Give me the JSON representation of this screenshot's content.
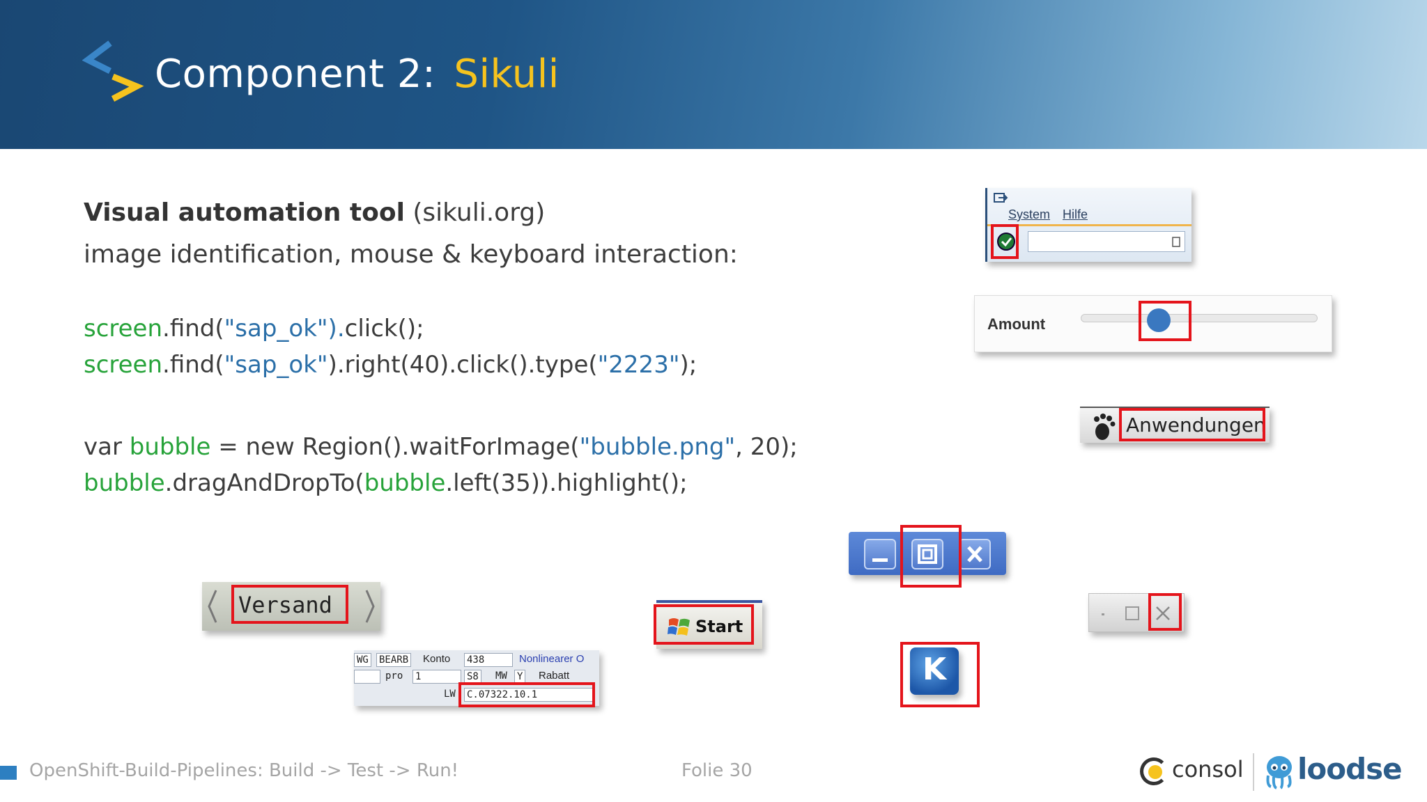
{
  "header": {
    "title_prefix": "Component 2:",
    "title_accent": "Sikuli"
  },
  "intro": {
    "bold": "Visual automation tool",
    "bold_suffix": " (sikuli.org)",
    "line2": "image identification, mouse & keyboard interaction:"
  },
  "code": {
    "l1": {
      "a": "screen",
      "b": ".find(",
      "c": "\"sap_ok\").",
      "d": "click();"
    },
    "l2": {
      "a": "screen",
      "b": ".find(",
      "c": "\"sap_ok\"",
      "d": ").right(40).click().type(",
      "e": "\"2223\"",
      "f": ");"
    },
    "l3": {
      "a": "var ",
      "b": "bubble",
      "c": " = new Region().waitForImage(",
      "d": "\"bubble.png\"",
      "e": ", 20);"
    },
    "l4": {
      "a": "bubble",
      "b": ".dragAndDropTo(",
      "c": "bubble",
      "d": ".left(35)).highlight();"
    }
  },
  "samples": {
    "sap_menu": {
      "system": "System",
      "hilfe": "Hilfe"
    },
    "amount": {
      "label": "Amount",
      "slider_fraction": 0.33
    },
    "anwendungen": "Anwendungen",
    "start": "Start",
    "versand": "Versand",
    "kde_letter": "K",
    "sap_table": {
      "r1": [
        "WG",
        "BEARB",
        "Konto",
        "438",
        "Nonlinearer O"
      ],
      "r2": [
        "pro",
        "1",
        "S8",
        "MW",
        "Y",
        "Rabatt"
      ],
      "r3": [
        "LW",
        "C.07322.10.1"
      ]
    }
  },
  "footer": {
    "left": "OpenShift-Build-Pipelines: Build -> Test -> Run!",
    "page": "Folie 30",
    "consol": "consol",
    "loodse": "loodse"
  },
  "colors": {
    "accent_yellow": "#f6c31e",
    "code_green": "#27a33a",
    "code_blue": "#2b6fa8",
    "highlight_red": "#e4141b"
  }
}
